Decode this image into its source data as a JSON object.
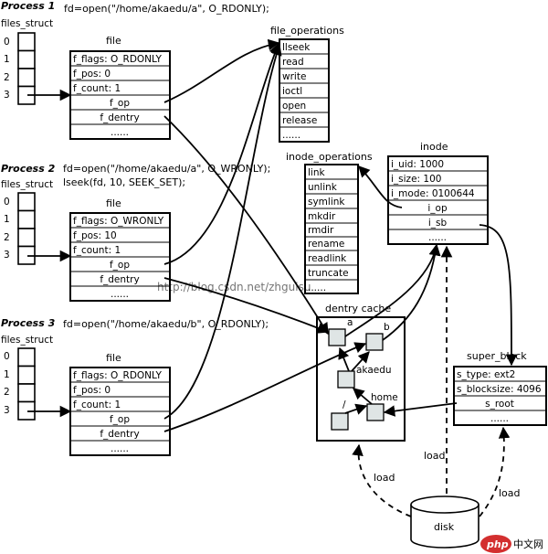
{
  "processes": [
    {
      "title": "Process 1",
      "call": "fd=open(\"/home/akaedu/a\", O_RDONLY);",
      "call2": "",
      "fs_label": "files_struct",
      "fd_indices": [
        "0",
        "1",
        "2",
        "3"
      ],
      "file_title": "file",
      "file_rows": [
        "f_flags: O_RDONLY",
        "f_pos: 0",
        "f_count: 1",
        "f_op",
        "f_dentry",
        "......"
      ]
    },
    {
      "title": "Process 2",
      "call": "fd=open(\"/home/akaedu/a\", O_WRONLY);",
      "call2": "lseek(fd, 10, SEEK_SET);",
      "fs_label": "files_struct",
      "fd_indices": [
        "0",
        "1",
        "2",
        "3"
      ],
      "file_title": "file",
      "file_rows": [
        "f_flags: O_WRONLY",
        "f_pos: 10",
        "f_count: 1",
        "f_op",
        "f_dentry",
        "......"
      ]
    },
    {
      "title": "Process 3",
      "call": "fd=open(\"/home/akaedu/b\", O_RDONLY);",
      "call2": "",
      "fs_label": "files_struct",
      "fd_indices": [
        "0",
        "1",
        "2",
        "3"
      ],
      "file_title": "file",
      "file_rows": [
        "f_flags: O_RDONLY",
        "f_pos: 0",
        "f_count: 1",
        "f_op",
        "f_dentry",
        "......"
      ]
    }
  ],
  "file_operations": {
    "title": "file_operations",
    "items": [
      "llseek",
      "read",
      "write",
      "ioctl",
      "open",
      "release",
      "......"
    ]
  },
  "inode_operations": {
    "title": "inode_operations",
    "items": [
      "link",
      "unlink",
      "symlink",
      "mkdir",
      "rmdir",
      "rename",
      "readlink",
      "truncate",
      "......"
    ]
  },
  "inode": {
    "title": "inode",
    "items": [
      "i_uid: 1000",
      "i_size: 100",
      "i_mode: 0100644",
      "i_op",
      "i_sb",
      "......"
    ]
  },
  "super_block": {
    "title": "super_block",
    "items": [
      "s_type: ext2",
      "s_blocksize: 4096",
      "s_root",
      "......"
    ]
  },
  "dentry_cache": {
    "title": "dentry cache",
    "nodes": [
      "a",
      "b",
      "akaedu",
      "home",
      "/"
    ]
  },
  "disk": {
    "label": "disk",
    "load_labels": [
      "load",
      "load",
      "load"
    ]
  },
  "watermark": "http://blog.csdn.net/zhguisu",
  "badge": {
    "logo": "php",
    "text": "中文网"
  }
}
